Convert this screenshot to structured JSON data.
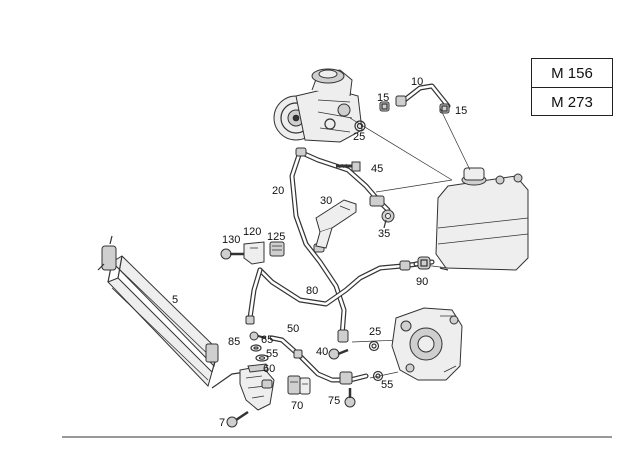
{
  "engine_codes": [
    "M 156",
    "M 273"
  ],
  "callouts": {
    "c5": "5",
    "c7": "7",
    "c10": "10",
    "c15a": "15",
    "c15b": "15",
    "c20": "20",
    "c25a": "25",
    "c25b": "25",
    "c30": "30",
    "c35": "35",
    "c40": "40",
    "c45": "45",
    "c50": "50",
    "c55a": "55",
    "c55b": "55",
    "c60": "60",
    "c65": "65",
    "c70": "70",
    "c75": "75",
    "c80": "80",
    "c85": "85",
    "c90": "90",
    "c120": "120",
    "c125": "125",
    "c130": "130"
  }
}
